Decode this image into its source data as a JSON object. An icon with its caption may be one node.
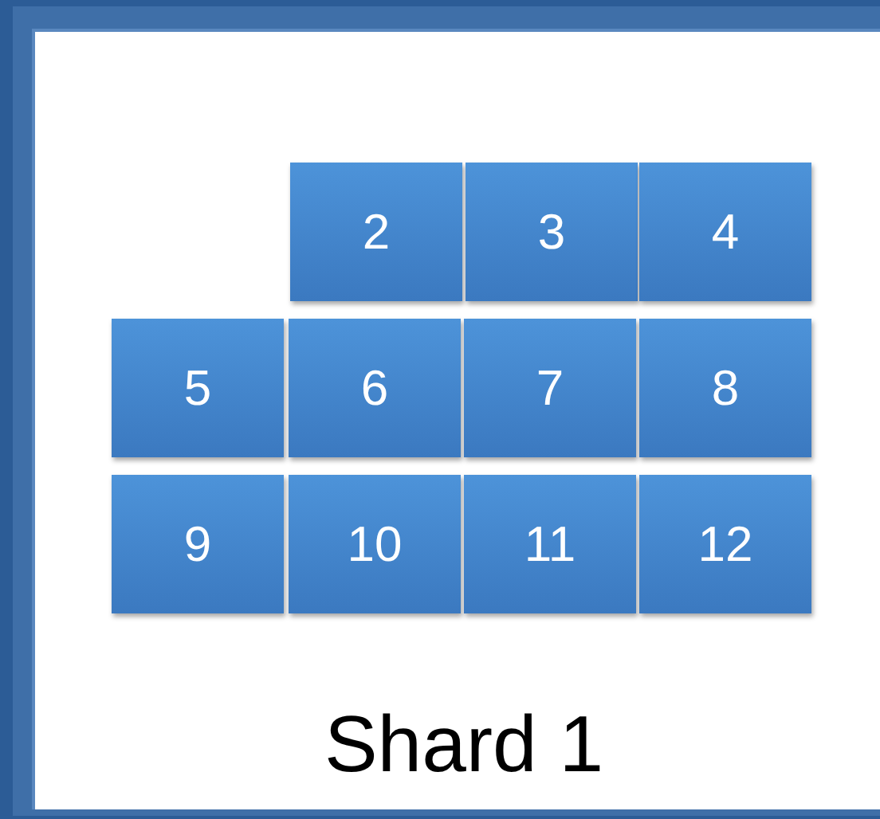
{
  "diagram": {
    "nodes": [
      {
        "text": [
          "Shard 1"
        ]
      },
      {
        "text": [
          "2"
        ],
        "in": 0
      },
      {
        "text": [
          "3"
        ],
        "in": 0
      },
      {
        "text": [
          "4"
        ],
        "in": 0
      },
      {
        "text": [
          "5"
        ],
        "in": 0
      },
      {
        "text": [
          "6"
        ],
        "in": 0
      },
      {
        "text": [
          "7"
        ],
        "in": 0
      },
      {
        "text": [
          "8"
        ],
        "in": 0
      },
      {
        "text": [
          "9"
        ],
        "in": 0
      },
      {
        "text": [
          "10"
        ],
        "in": 0
      },
      {
        "text": [
          "11"
        ],
        "in": 0
      },
      {
        "text": [
          "12"
        ],
        "in": 0
      }
    ]
  }
}
